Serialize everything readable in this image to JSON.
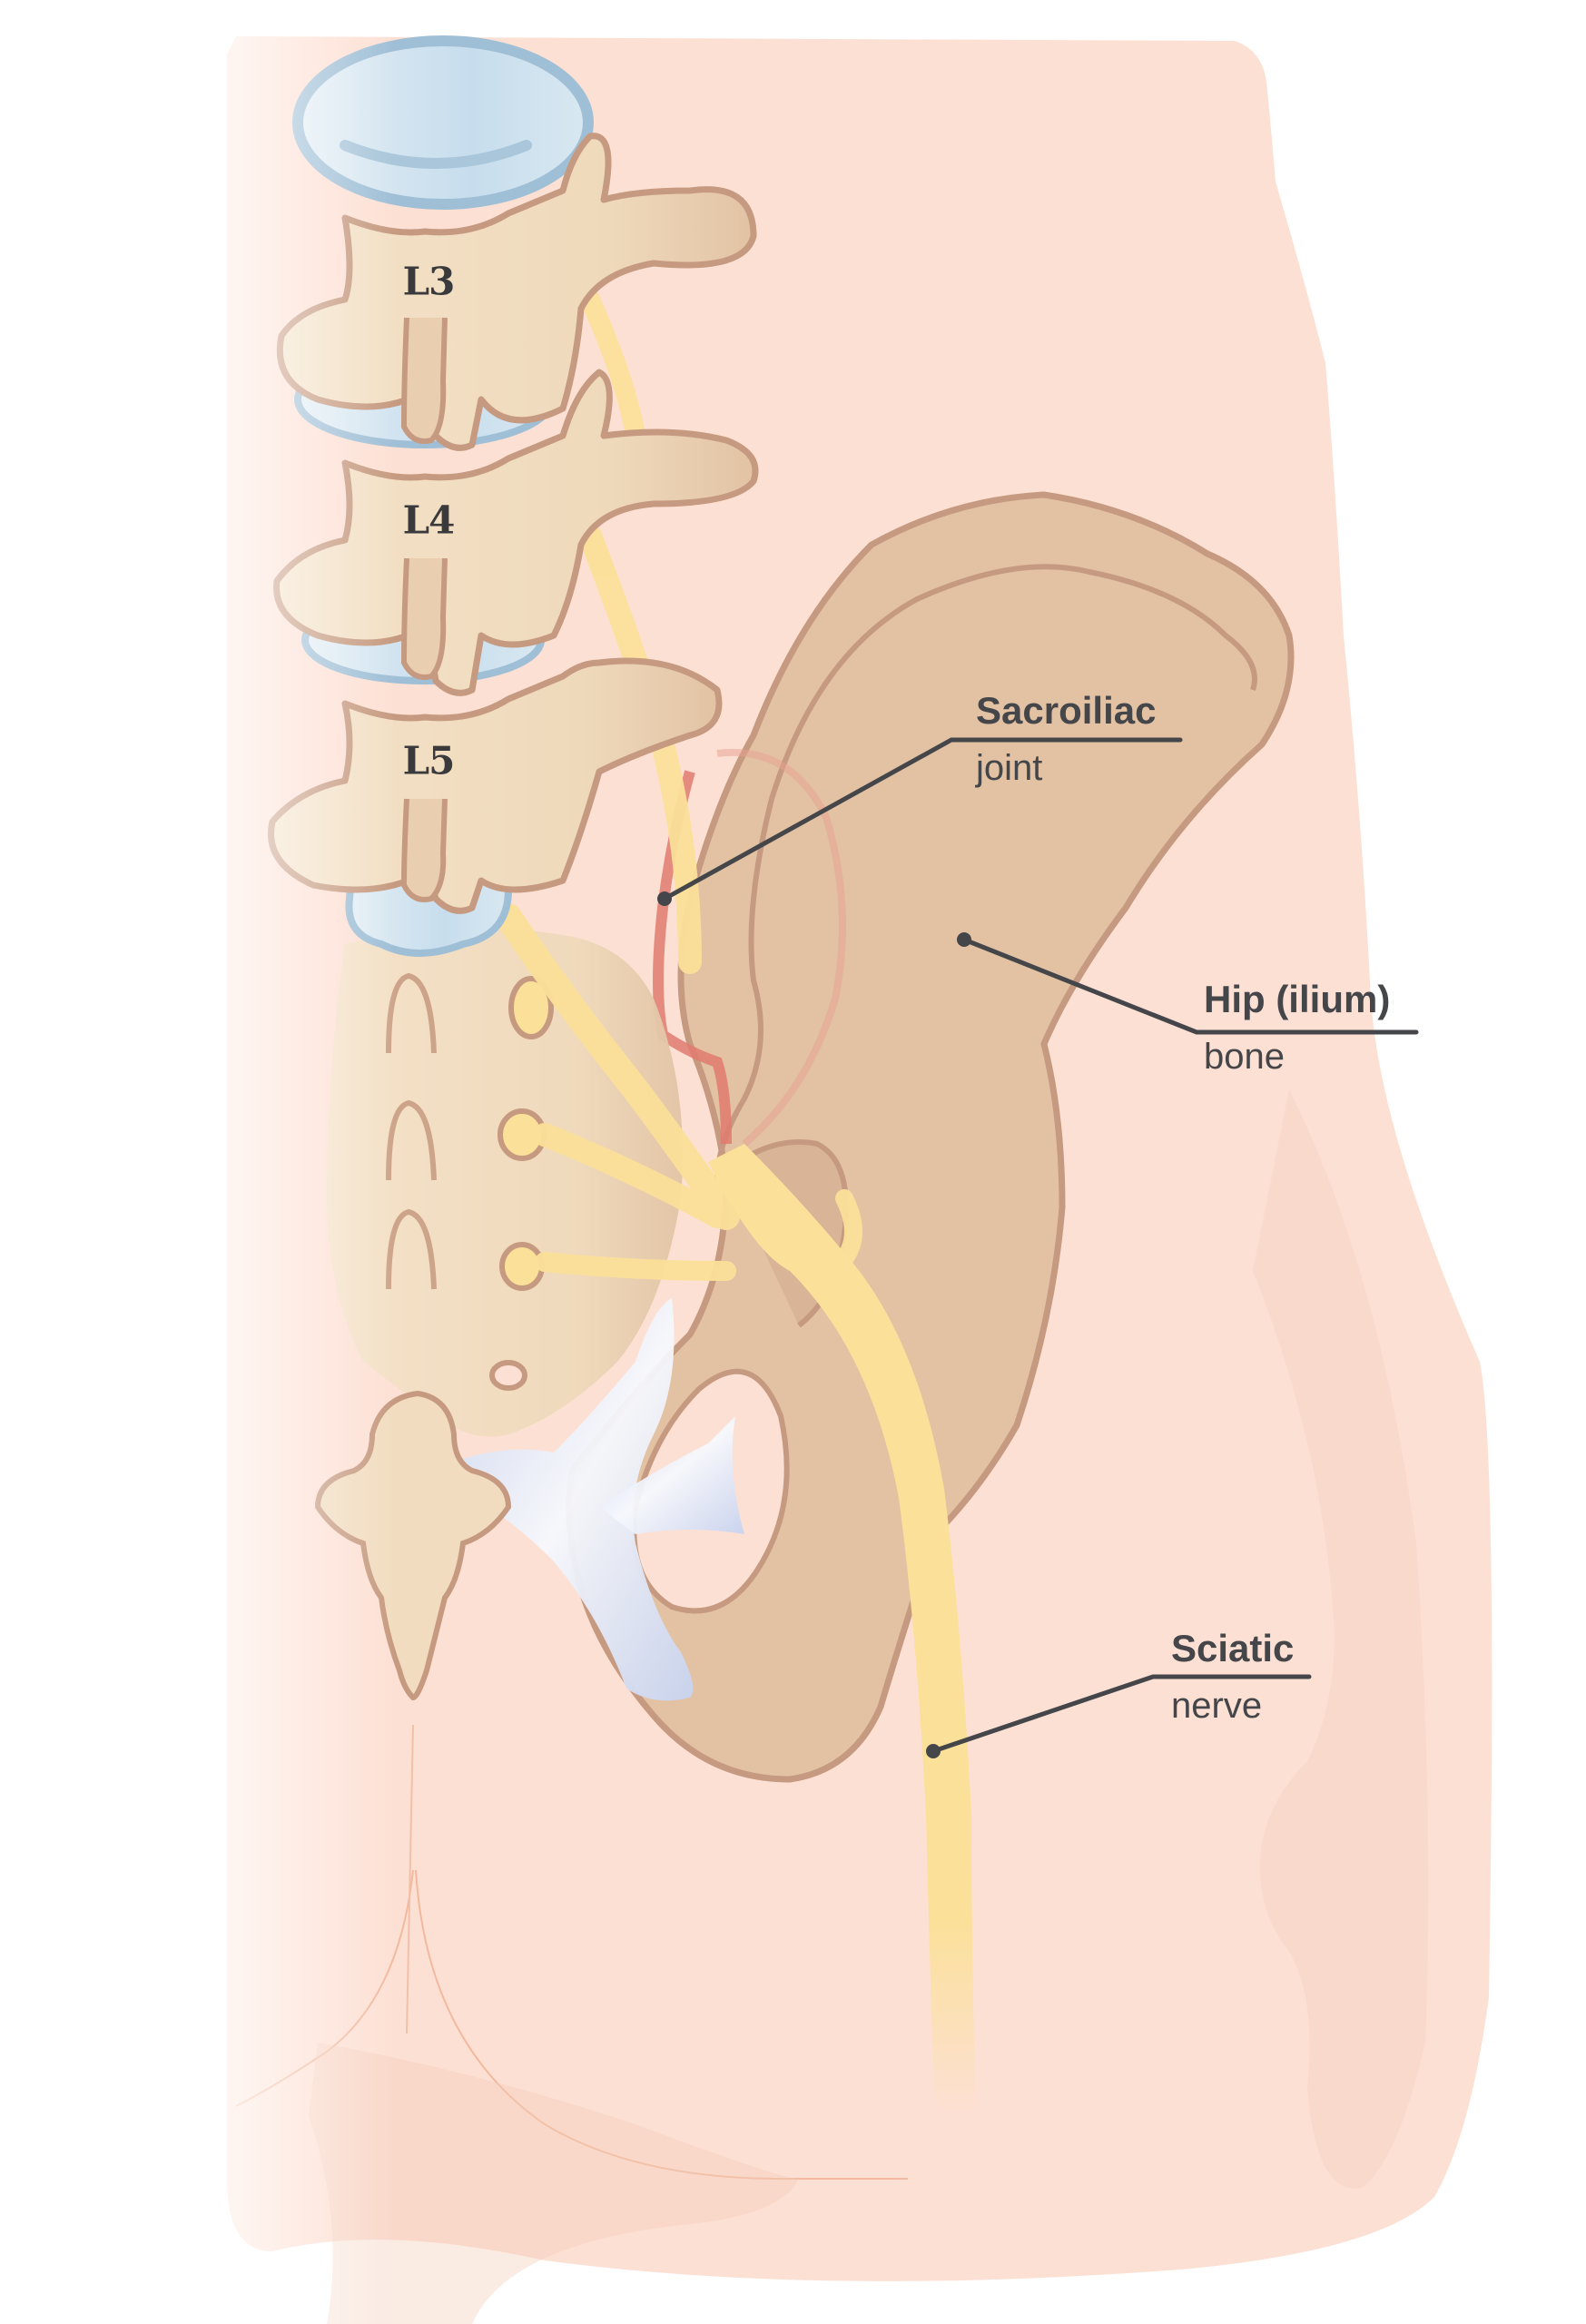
{
  "figure": {
    "type": "anatomical-illustration",
    "subject": "Lower back, sacrum and pelvis (posterior view)"
  },
  "vertebra_labels": [
    {
      "id": "L3",
      "text": "L3"
    },
    {
      "id": "L4",
      "text": "L4"
    },
    {
      "id": "L5",
      "text": "L5"
    }
  ],
  "callouts": {
    "sacroiliac": {
      "title": "Sacroiliac",
      "subtitle": "joint"
    },
    "hip": {
      "title": "Hip (ilium)",
      "subtitle": "bone"
    },
    "sciatic": {
      "title": "Sciatic",
      "subtitle": "nerve"
    }
  },
  "colors": {
    "background": "#ffffff",
    "skin": "#fde0d4",
    "skin_shadow": "#f8d7c8",
    "bone": "#f1dcbf",
    "bone_dark": "#dfbd9e",
    "bone_outline": "#c69a80",
    "disc": "#cfe3ee",
    "disc_outline": "#9fbfd6",
    "nerve": "#fbe09a",
    "ligament": "#e6ecf8",
    "inflammation": "#e07a6e",
    "leader_line": "#45464a",
    "label_text": "#45464a"
  }
}
